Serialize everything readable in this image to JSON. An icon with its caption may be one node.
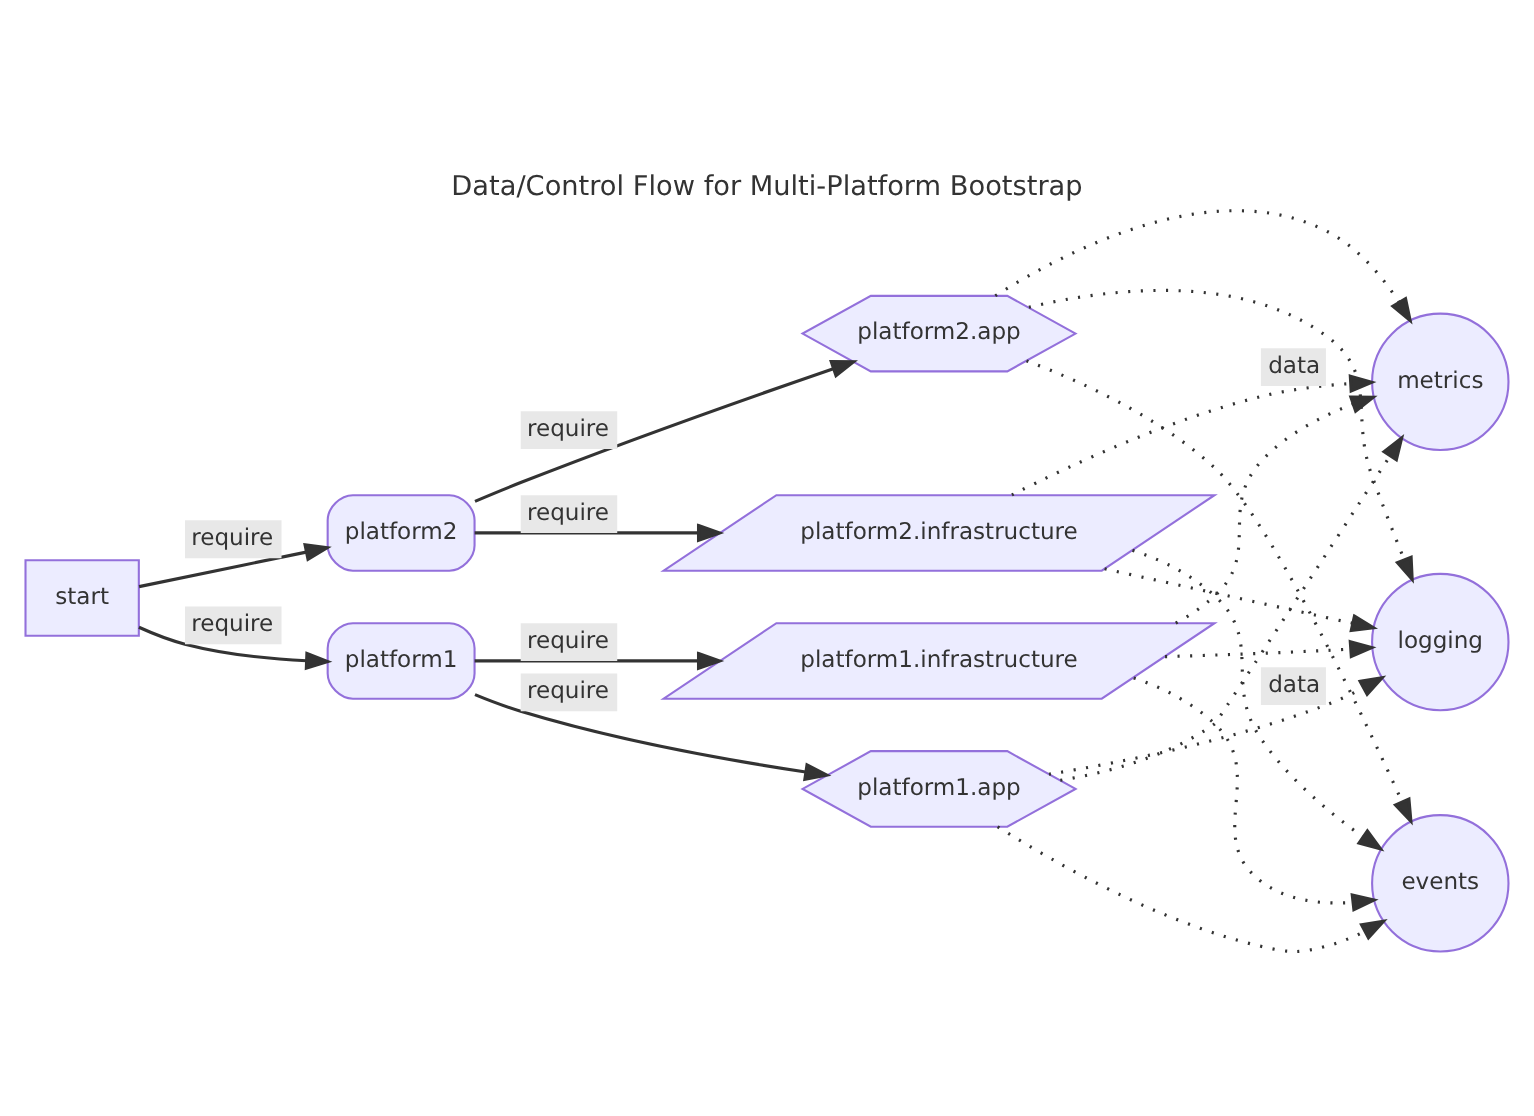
{
  "diagram": {
    "title": "Data/Control Flow for Multi-Platform Bootstrap",
    "nodes": [
      {
        "text": [
          "start"
        ]
      },
      {
        "text": [
          "platform1"
        ]
      },
      {
        "text": [
          "platform2"
        ]
      },
      {
        "text": [
          "platform1.app"
        ]
      },
      {
        "text": [
          "platform1.infrastructure"
        ]
      },
      {
        "text": [
          "platform2.app"
        ]
      },
      {
        "text": [
          "platform2.infrastructure"
        ]
      },
      {
        "text": [
          "logging"
        ]
      },
      {
        "text": [
          "events"
        ]
      },
      {
        "text": [
          "metrics"
        ]
      }
    ],
    "edges": [
      {
        "from": 0,
        "to": 1,
        "arrow": "to",
        "label": "require"
      },
      {
        "from": 0,
        "to": 2,
        "arrow": "to",
        "label": "require"
      },
      {
        "from": 1,
        "to": 3,
        "arrow": "to",
        "label": "require"
      },
      {
        "from": 1,
        "to": 4,
        "arrow": "to",
        "label": "require"
      },
      {
        "from": 2,
        "to": 5,
        "arrow": "to",
        "label": "require"
      },
      {
        "from": 2,
        "to": 6,
        "arrow": "to",
        "label": "require"
      },
      {
        "from": 3,
        "to": 7,
        "arrow": "to",
        "label": "data",
        "style": "dashed"
      },
      {
        "from": 3,
        "to": 8,
        "arrow": "to",
        "style": "dashed"
      },
      {
        "from": 3,
        "to": 9,
        "arrow": "to",
        "style": "dashed"
      },
      {
        "from": 4,
        "to": 7,
        "arrow": "to",
        "style": "dashed"
      },
      {
        "from": 4,
        "to": 8,
        "arrow": "to",
        "style": "dashed"
      },
      {
        "from": 4,
        "to": 9,
        "arrow": "to",
        "style": "dashed"
      },
      {
        "from": 5,
        "to": 7,
        "arrow": "to",
        "style": "dashed"
      },
      {
        "from": 5,
        "to": 8,
        "arrow": "to",
        "style": "dashed"
      },
      {
        "from": 5,
        "to": 9,
        "arrow": "to",
        "style": "dashed"
      },
      {
        "from": 6,
        "to": 7,
        "arrow": "to",
        "style": "dashed"
      },
      {
        "from": 6,
        "to": 8,
        "arrow": "to",
        "style": "dashed"
      },
      {
        "from": 6,
        "to": 9,
        "arrow": "to",
        "label": "data",
        "style": "dashed"
      }
    ]
  }
}
